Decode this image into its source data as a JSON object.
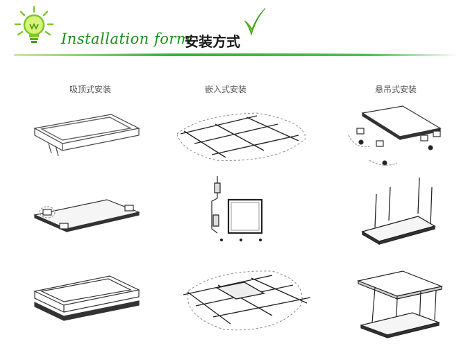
{
  "header": {
    "title_en": "Installation form",
    "title_cn": "安装方式",
    "accent_color": "#2bb02b",
    "icons": [
      "lightbulb-icon",
      "checkmark-icon"
    ]
  },
  "columns": [
    {
      "label": "吸顶式安装"
    },
    {
      "label": "嵌入式安装"
    },
    {
      "label": "悬吊式安装"
    }
  ]
}
